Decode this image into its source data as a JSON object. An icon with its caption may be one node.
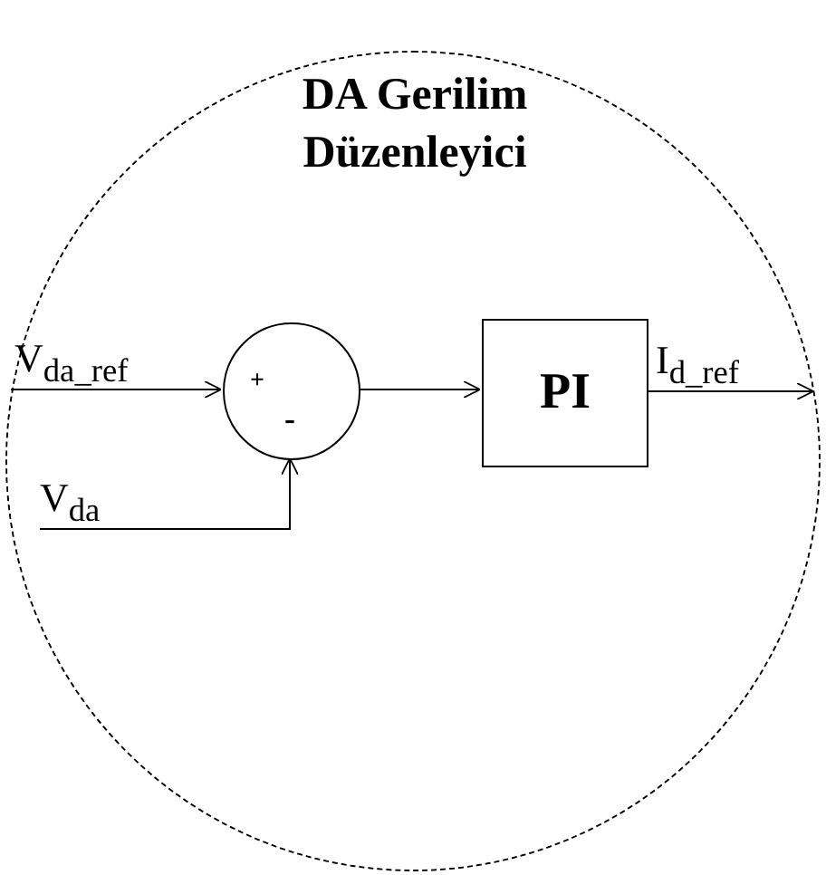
{
  "diagram": {
    "nodes": [
      {
        "text": [
          "DA Gerilim Düzenleyici"
        ]
      },
      {
        "text": [
          "+",
          "-"
        ],
        "in": 0
      },
      {
        "text": [
          "PI"
        ],
        "in": 0
      }
    ],
    "edges": [
      {
        "from": null,
        "to": 1,
        "arrow": "to",
        "label": "V$_{da_ref}$"
      },
      {
        "from": null,
        "to": 1,
        "arrow": "to",
        "label": "V$_{da}$"
      },
      {
        "from": 1,
        "to": 2,
        "arrow": "to"
      },
      {
        "from": 2,
        "to": null,
        "arrow": "to",
        "label": "I$_{d_ref}$"
      }
    ]
  }
}
